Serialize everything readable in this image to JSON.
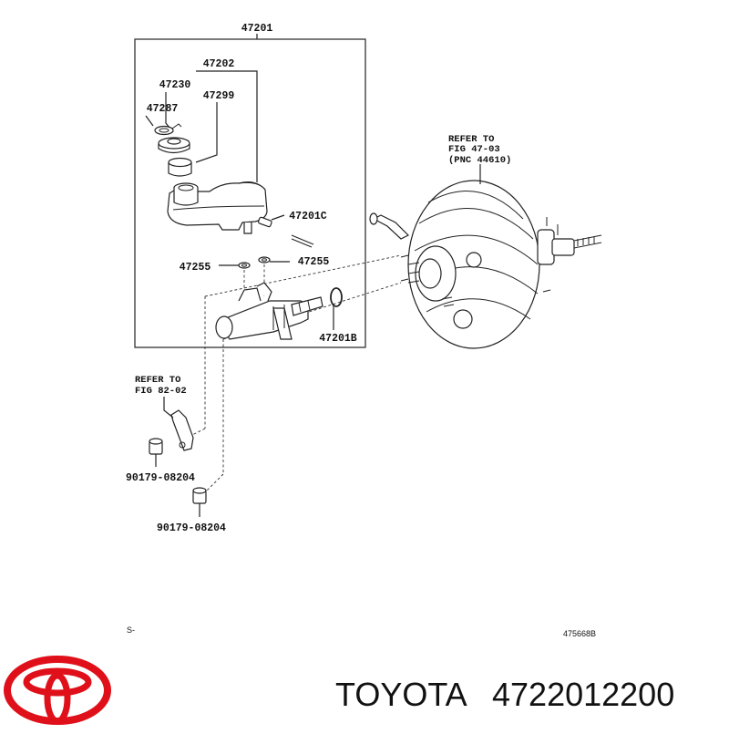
{
  "diagram": {
    "labels": {
      "assembly": "47201",
      "reservoir": "47202",
      "cap_assembly": "47230",
      "strainer": "47299",
      "clip": "47287",
      "plug": "47201C",
      "grommet_left": "47255",
      "grommet_right": "47255",
      "o_ring": "47201B",
      "nut_upper": "90179-08204",
      "nut_lower": "90179-08204"
    },
    "refer_booster": {
      "line1": "REFER TO",
      "line2": "FIG 47-03",
      "line3": "(PNC 44610)"
    },
    "refer_bracket": {
      "line1": "REFER TO",
      "line2": "FIG 82-02"
    },
    "footer_left": "S-",
    "footer_right": "475668B"
  },
  "brand": {
    "name": "TOYOTA",
    "part_number": "4722012200",
    "logo_color": "#e0101a"
  }
}
